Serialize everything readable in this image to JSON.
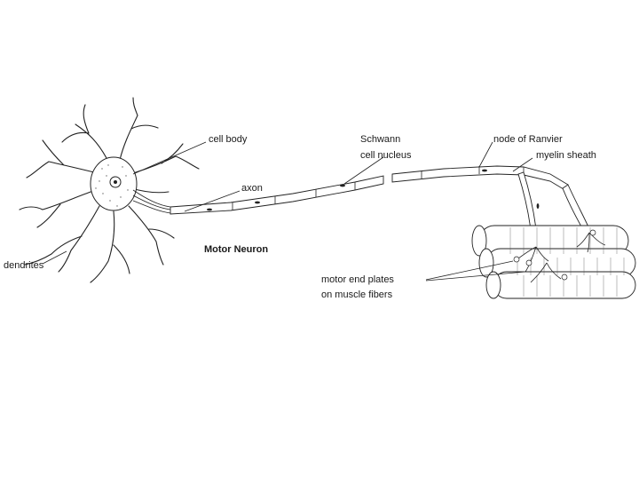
{
  "diagram": {
    "title": "Motor Neuron",
    "labels": {
      "cell_body": "cell body",
      "axon": "axon",
      "dendrites": "dendrites",
      "schwann_line1": "Schwann",
      "schwann_line2": "cell nucleus",
      "node_of_ranvier": "node of Ranvier",
      "myelin_sheath": "myelin sheath",
      "motor_end_plates_line1": "motor end plates",
      "motor_end_plates_line2": "on muscle fibers"
    }
  }
}
